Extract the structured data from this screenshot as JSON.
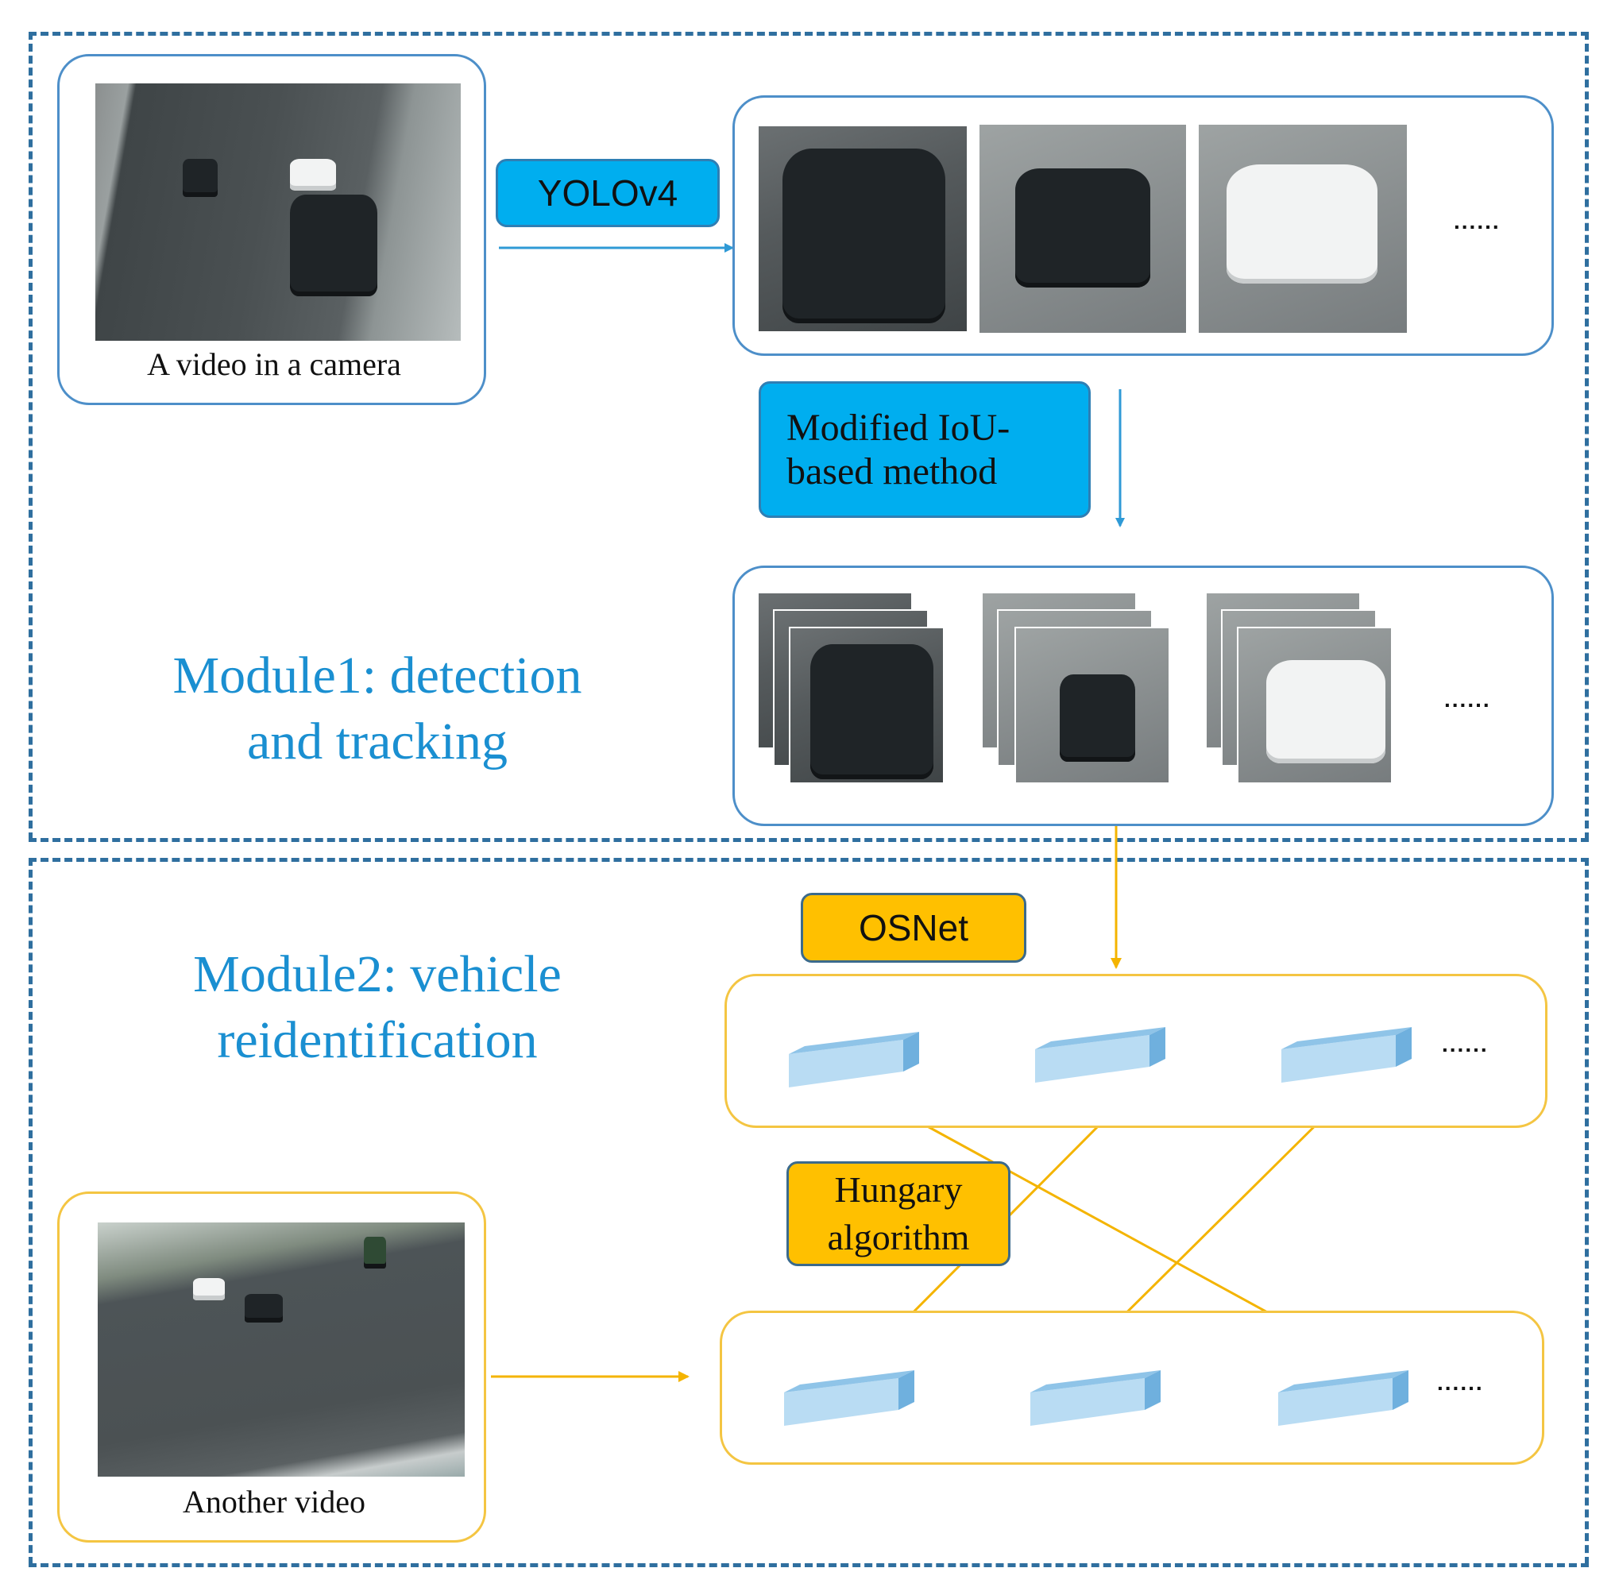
{
  "source_video": {
    "caption": "A video in a camera"
  },
  "yolo": {
    "label": "YOLOv4"
  },
  "detections": {
    "ellipsis": "......"
  },
  "tracking_method": {
    "label_line1": "Modified IoU-",
    "label_line2": "based method"
  },
  "tracks": {
    "ellipsis": "......"
  },
  "module1": {
    "title_line1": "Module1: detection",
    "title_line2": "and tracking"
  },
  "module2": {
    "title_line1": "Module2: vehicle",
    "title_line2": "reidentification"
  },
  "osnet": {
    "label": "OSNet"
  },
  "features_top": {
    "ellipsis": "......"
  },
  "hungary": {
    "label_line1": "Hungary",
    "label_line2": "algorithm"
  },
  "features_bottom": {
    "ellipsis": "......"
  },
  "another_video": {
    "caption": "Another video"
  },
  "colors": {
    "module1_accent": "#00aeef",
    "module2_accent": "#ffc000",
    "title_text": "#1a8fd1",
    "border_dash": "#2f6f9f"
  }
}
